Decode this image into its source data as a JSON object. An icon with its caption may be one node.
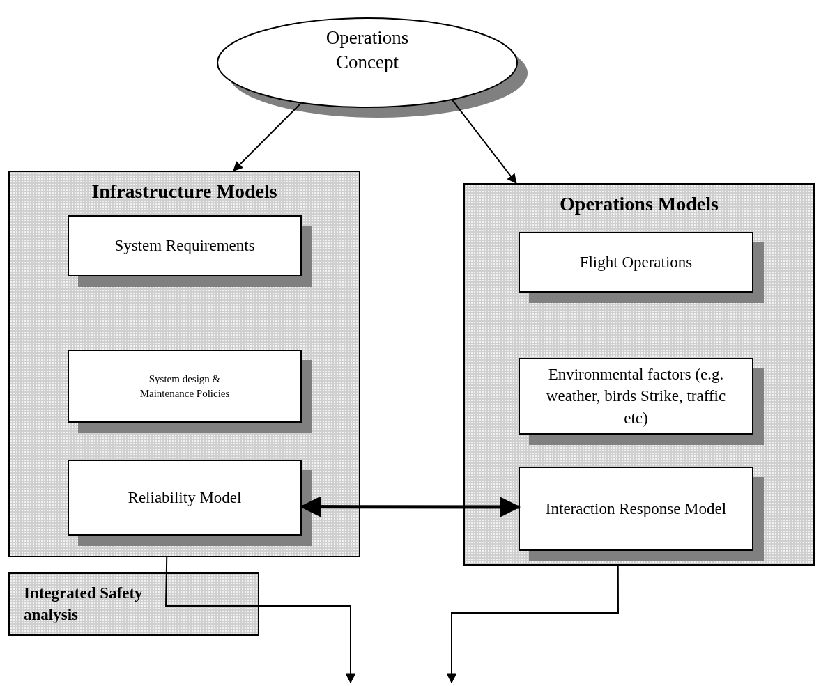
{
  "diagram": {
    "nodes": [
      {
        "text": [
          "Operations Concept"
        ]
      },
      {
        "text": [
          "Infrastructure Models"
        ]
      },
      {
        "text": [
          "System Requirements"
        ],
        "in": 1
      },
      {
        "text": [
          "System design & Maintenance Policies"
        ],
        "in": 1
      },
      {
        "text": [
          "Reliability Model"
        ],
        "in": 1
      },
      {
        "text": [
          "Operations Models"
        ]
      },
      {
        "text": [
          "Flight Operations"
        ],
        "in": 5
      },
      {
        "text": [
          "Environmental factors (e.g. weather, birds Strike, traffic etc)"
        ],
        "in": 5
      },
      {
        "text": [
          "Interaction Response Model"
        ],
        "in": 5
      },
      {
        "text": [
          "Integrated Safety analysis"
        ]
      }
    ],
    "edges": [
      {
        "from": 0,
        "to": 1,
        "arrow": "to"
      },
      {
        "from": 0,
        "to": 5,
        "arrow": "to"
      },
      {
        "from": 4,
        "to": 8,
        "arrow": "both",
        "style": "thick"
      },
      {
        "from": 1,
        "to": null,
        "arrow": "to"
      },
      {
        "from": 5,
        "to": null,
        "arrow": "to"
      }
    ]
  }
}
